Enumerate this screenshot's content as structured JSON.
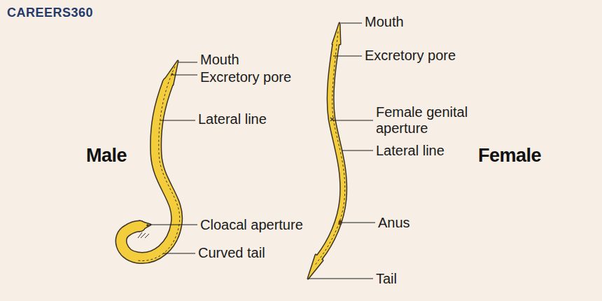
{
  "diagram": {
    "labels": [
      "CAREERS360",
      "Male",
      "Mouth",
      "Excretory pore",
      "Lateral line",
      "Cloacal aperture",
      "Curved tail",
      "Female",
      "Mouth",
      "Excretory pore",
      "Female genital aperture",
      "Lateral line",
      "Anus",
      "Tail"
    ]
  }
}
